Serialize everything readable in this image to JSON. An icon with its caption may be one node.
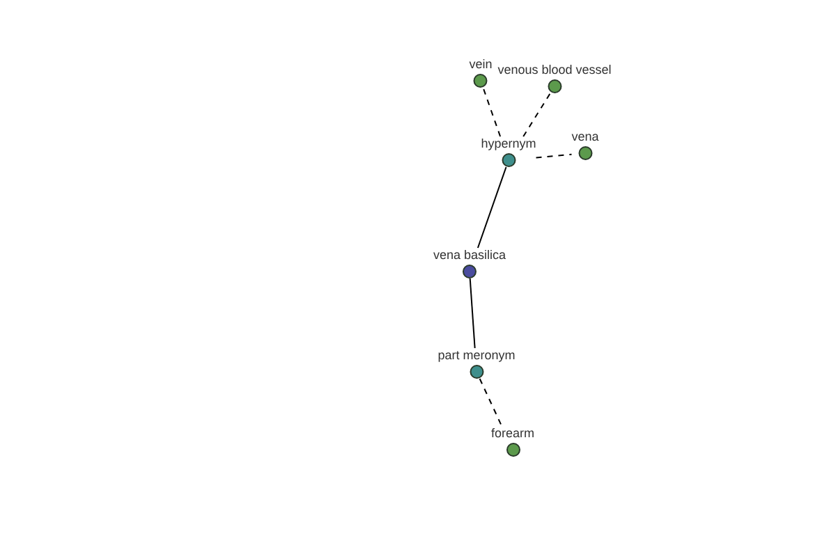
{
  "diagram": {
    "nodes": [
      {
        "text": [
          "vein"
        ]
      },
      {
        "text": [
          "venous blood vessel"
        ]
      },
      {
        "text": [
          "hypernym"
        ]
      },
      {
        "text": [
          "vena"
        ]
      },
      {
        "text": [
          "vena basilica"
        ]
      },
      {
        "text": [
          "part meronym"
        ]
      },
      {
        "text": [
          "forearm"
        ]
      }
    ],
    "edges": [
      {
        "from": 2,
        "to": 0,
        "arrow": "none",
        "style": "dashed"
      },
      {
        "from": 2,
        "to": 1,
        "arrow": "none",
        "style": "dashed"
      },
      {
        "from": 2,
        "to": 3,
        "arrow": "none",
        "style": "dashed"
      },
      {
        "from": 4,
        "to": 2,
        "arrow": "none"
      },
      {
        "from": 4,
        "to": 5,
        "arrow": "none"
      },
      {
        "from": 5,
        "to": 6,
        "arrow": "none",
        "style": "dashed"
      }
    ]
  }
}
